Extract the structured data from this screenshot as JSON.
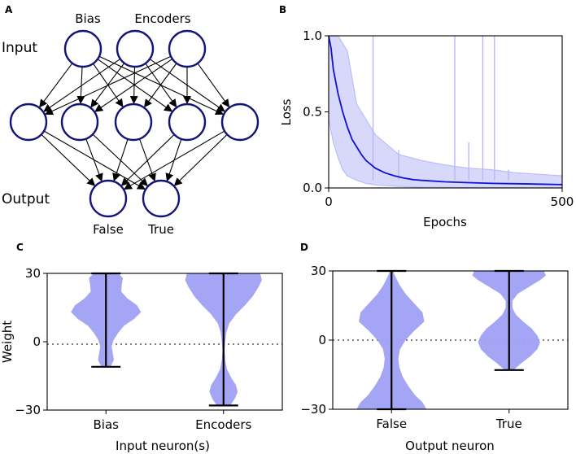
{
  "colors": {
    "node_stroke": "#141478",
    "loss_mean": "#1010d8",
    "loss_trace": "#b8b8f8",
    "violin_fill": "#a0a0f5",
    "zero_line": "#808080"
  },
  "panels": {
    "a": "A",
    "b": "B",
    "c": "C",
    "d": "D"
  },
  "network": {
    "input_label": "Input",
    "output_label": "Output",
    "bias_label": "Bias",
    "encoders_label": "Encoders",
    "false_label": "False",
    "true_label": "True",
    "layers": [
      3,
      5,
      2
    ]
  },
  "chart_data": [
    {
      "type": "line",
      "panel": "B",
      "xlabel": "Epochs",
      "ylabel": "Loss",
      "xlim": [
        0,
        500
      ],
      "ylim": [
        0,
        1.0
      ],
      "xticks": [
        "0",
        "500"
      ],
      "yticks": [
        "0.0",
        "0.5",
        "1.0"
      ],
      "mean_curve": {
        "x": [
          0,
          5,
          10,
          20,
          30,
          40,
          50,
          60,
          70,
          80,
          100,
          120,
          140,
          160,
          180,
          200,
          250,
          300,
          350,
          400,
          450,
          500
        ],
        "y": [
          1.0,
          0.92,
          0.78,
          0.62,
          0.5,
          0.4,
          0.32,
          0.27,
          0.22,
          0.18,
          0.13,
          0.1,
          0.08,
          0.065,
          0.055,
          0.05,
          0.04,
          0.035,
          0.03,
          0.028,
          0.025,
          0.022
        ]
      },
      "upper_trace": {
        "x": [
          0,
          20,
          40,
          60,
          80,
          100,
          150,
          200,
          250,
          300,
          350,
          400,
          450,
          500
        ],
        "y": [
          1.0,
          1.0,
          0.9,
          0.55,
          0.45,
          0.35,
          0.22,
          0.18,
          0.15,
          0.13,
          0.12,
          0.1,
          0.09,
          0.08
        ]
      },
      "lower_trace": {
        "x": [
          0,
          10,
          20,
          30,
          40,
          60,
          80,
          100,
          150,
          200,
          500
        ],
        "y": [
          0.45,
          0.3,
          0.2,
          0.12,
          0.08,
          0.05,
          0.03,
          0.02,
          0.01,
          0.005,
          0.0
        ]
      },
      "spikes": [
        {
          "x": 95,
          "y": 1.0
        },
        {
          "x": 150,
          "y": 0.25
        },
        {
          "x": 270,
          "y": 1.0
        },
        {
          "x": 300,
          "y": 0.3
        },
        {
          "x": 330,
          "y": 1.0
        },
        {
          "x": 355,
          "y": 1.0
        },
        {
          "x": 385,
          "y": 0.12
        }
      ]
    },
    {
      "type": "violin",
      "panel": "C",
      "xlabel": "Input neuron(s)",
      "ylabel": "Weight",
      "ylim": [
        -30,
        30
      ],
      "yticks": [
        "30",
        "0",
        "−30"
      ],
      "yticks_values": [
        30,
        0,
        -30
      ],
      "categories": [
        "Bias",
        "Encoders"
      ],
      "violins": [
        {
          "min": -11,
          "max": 30,
          "profile": [
            [
              -11,
              0.08
            ],
            [
              -8,
              0.14
            ],
            [
              -5,
              0.12
            ],
            [
              -2,
              0.1
            ],
            [
              1,
              0.14
            ],
            [
              4,
              0.22
            ],
            [
              7,
              0.32
            ],
            [
              10,
              0.5
            ],
            [
              13,
              0.62
            ],
            [
              16,
              0.55
            ],
            [
              19,
              0.38
            ],
            [
              22,
              0.27
            ],
            [
              25,
              0.28
            ],
            [
              28,
              0.3
            ],
            [
              30,
              0.22
            ]
          ]
        },
        {
          "min": -28,
          "max": 30,
          "profile": [
            [
              -28,
              0.12
            ],
            [
              -25,
              0.2
            ],
            [
              -22,
              0.25
            ],
            [
              -19,
              0.22
            ],
            [
              -16,
              0.14
            ],
            [
              -12,
              0.06
            ],
            [
              -8,
              0.03
            ],
            [
              -4,
              0.02
            ],
            [
              0,
              0.03
            ],
            [
              4,
              0.05
            ],
            [
              8,
              0.1
            ],
            [
              12,
              0.22
            ],
            [
              16,
              0.38
            ],
            [
              20,
              0.52
            ],
            [
              24,
              0.62
            ],
            [
              27,
              0.68
            ],
            [
              30,
              0.65
            ]
          ]
        }
      ]
    },
    {
      "type": "violin",
      "panel": "D",
      "xlabel": "Output neuron",
      "ylabel": "",
      "ylim": [
        -30,
        30
      ],
      "yticks": [
        "30",
        "0",
        "−30"
      ],
      "yticks_values": [
        30,
        0,
        -30
      ],
      "categories": [
        "False",
        "True"
      ],
      "violins": [
        {
          "min": -30,
          "max": 30,
          "profile": [
            [
              -30,
              0.62
            ],
            [
              -27,
              0.55
            ],
            [
              -24,
              0.42
            ],
            [
              -20,
              0.3
            ],
            [
              -16,
              0.2
            ],
            [
              -12,
              0.14
            ],
            [
              -8,
              0.12
            ],
            [
              -4,
              0.15
            ],
            [
              0,
              0.25
            ],
            [
              4,
              0.4
            ],
            [
              8,
              0.58
            ],
            [
              12,
              0.55
            ],
            [
              16,
              0.4
            ],
            [
              20,
              0.25
            ],
            [
              24,
              0.14
            ],
            [
              28,
              0.06
            ],
            [
              30,
              0.03
            ]
          ]
        },
        {
          "min": -13,
          "max": 30,
          "profile": [
            [
              -13,
              0.08
            ],
            [
              -10,
              0.22
            ],
            [
              -7,
              0.38
            ],
            [
              -4,
              0.5
            ],
            [
              -1,
              0.55
            ],
            [
              2,
              0.5
            ],
            [
              5,
              0.4
            ],
            [
              8,
              0.25
            ],
            [
              11,
              0.12
            ],
            [
              14,
              0.06
            ],
            [
              17,
              0.06
            ],
            [
              20,
              0.15
            ],
            [
              23,
              0.35
            ],
            [
              26,
              0.55
            ],
            [
              28,
              0.65
            ],
            [
              30,
              0.62
            ]
          ]
        }
      ]
    }
  ]
}
